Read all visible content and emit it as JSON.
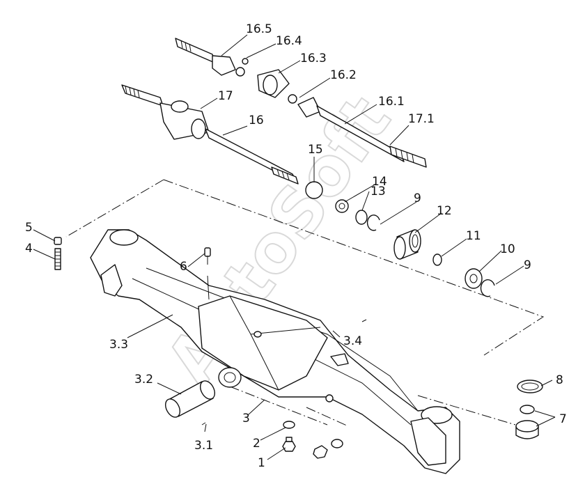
{
  "watermark": "AutoSoft",
  "labels": {
    "l1": "1",
    "l2": "2",
    "l3": "3",
    "l3_1": "3.1",
    "l3_2": "3.2",
    "l3_3": "3.3",
    "l3_4": "3.4",
    "l4": "4",
    "l5": "5",
    "l6": "6",
    "l7": "7",
    "l8": "8",
    "l9a": "9",
    "l9b": "9",
    "l10": "10",
    "l11": "11",
    "l12": "12",
    "l13": "13",
    "l14": "14",
    "l15": "15",
    "l16": "16",
    "l16_1": "16.1",
    "l16_2": "16.2",
    "l16_3": "16.3",
    "l16_4": "16.4",
    "l16_5": "16.5",
    "l17": "17",
    "l17_1": "17.1"
  }
}
